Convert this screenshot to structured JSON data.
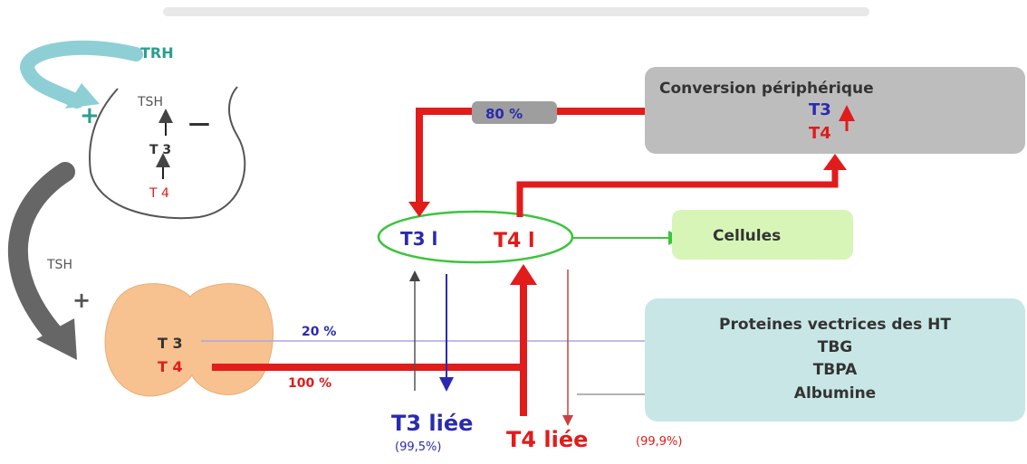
{
  "hypothalamus": {
    "trh_label": "TRH",
    "plus_sign": "+"
  },
  "pituitary": {
    "tsh_label": "TSH",
    "minus_sign": "—",
    "t3_label": "T 3",
    "t4_label": "T 4"
  },
  "feedback": {
    "tsh_label": "TSH",
    "plus_sign": "+"
  },
  "thyroid": {
    "t3_label": "T 3",
    "t4_label": "T 4"
  },
  "flows": {
    "pct_20": "20 %",
    "pct_100": "100 %",
    "pct_80": "80 %"
  },
  "free_hormones": {
    "t3": "T3 l",
    "t4": "T4 l"
  },
  "conversion": {
    "title": "Conversion périphérique",
    "t3": "T3",
    "t4": "T4"
  },
  "cells": {
    "label": "Cellules"
  },
  "carriers": {
    "title": "Proteines vectrices des HT",
    "items": [
      "TBG",
      "TBPA",
      "Albumine"
    ]
  },
  "bound": {
    "t3_label": "T3 liée",
    "t3_pct": "(99,5%)",
    "t4_label": "T4 liée",
    "t4_pct": "(99,9%)"
  },
  "colors": {
    "red": "#e21b1b",
    "blue": "#2a2ab0",
    "green": "#3cc43c",
    "teal": "#2a9d8f",
    "conversion_box": "#bdbdbd",
    "cells_box": "#d8f5b8",
    "carriers_box": "#c8e6e6",
    "thyroid": "#f7c290"
  }
}
